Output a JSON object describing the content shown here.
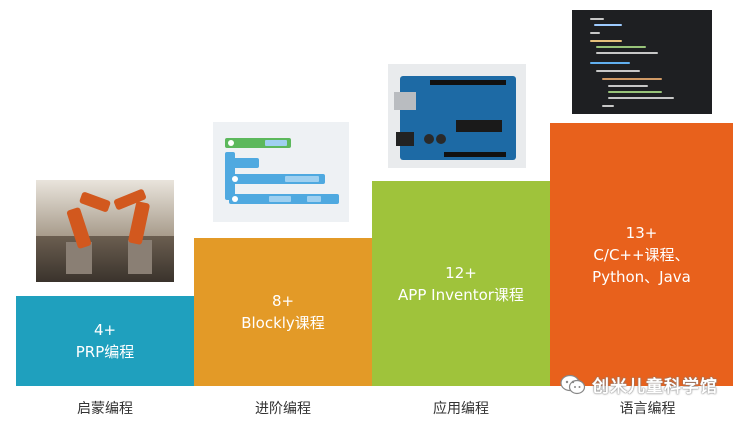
{
  "steps": [
    {
      "age": "4+",
      "title": "PRP编程",
      "caption": "启蒙编程",
      "color": "#1fa0be"
    },
    {
      "age": "8+",
      "title": "Blockly课程",
      "caption": "进阶编程",
      "color": "#e39a27"
    },
    {
      "age": "12+",
      "title": "APP Inventor课程",
      "caption": "应用编程",
      "color": "#9fc33b"
    },
    {
      "age": "13+",
      "title": "C/C++课程、",
      "title2": "Python、Java",
      "caption": "语言编程",
      "color": "#e8611c"
    }
  ],
  "watermark": {
    "text": "创米儿童科学馆",
    "icon": "wechat-icon"
  }
}
